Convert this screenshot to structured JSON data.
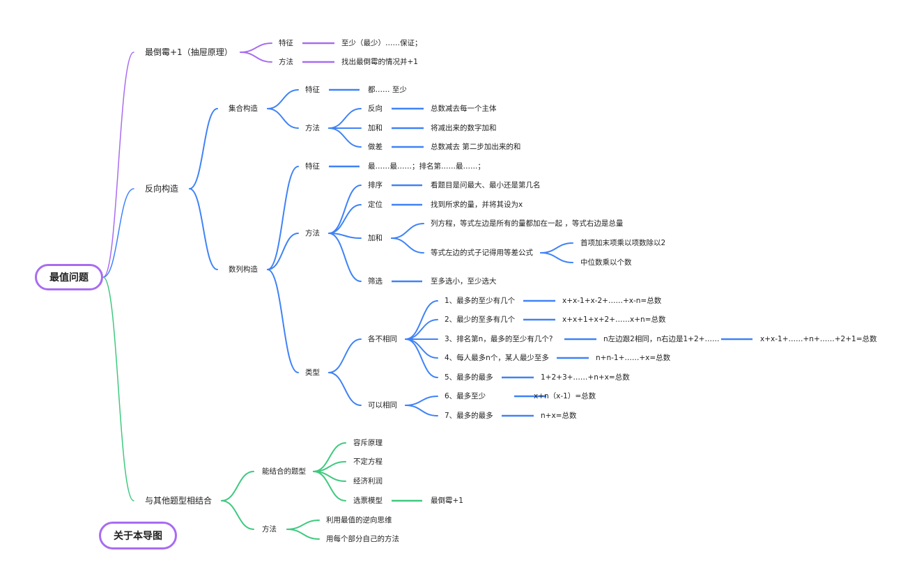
{
  "colors": {
    "purple": "#a86cf0",
    "blue": "#3f82f7",
    "green": "#3ec97f"
  },
  "root": "最值问题",
  "about": "关于本导图",
  "drawer": {
    "label": "最倒霉+1（抽屉原理）",
    "feature": {
      "label": "特征",
      "value": "至少（最少）……保证；"
    },
    "method": {
      "label": "方法",
      "value": "找出最倒霉的情况并+1"
    }
  },
  "reverse": {
    "label": "反向构造",
    "set": {
      "label": "集合构造",
      "feature": {
        "label": "特征",
        "value": "都…… 至少"
      },
      "method": {
        "label": "方法",
        "items": [
          {
            "label": "反向",
            "value": "总数减去每一个主体"
          },
          {
            "label": "加和",
            "value": "将减出来的数字加和"
          },
          {
            "label": "做差",
            "value": "总数减去 第二步加出来的和"
          }
        ]
      }
    },
    "seq": {
      "label": "数列构造",
      "feature": {
        "label": "特征",
        "value": "最……最……；排名第……最……；"
      },
      "method": {
        "label": "方法",
        "sort": {
          "label": "排序",
          "value": "看题目是问最大、最小还是第几名"
        },
        "locate": {
          "label": "定位",
          "value": "找到所求的量，并将其设为x"
        },
        "sum": {
          "label": "加和",
          "eq": "列方程，等式左边是所有的量都加在一起 ，等式右边是总量",
          "formula": {
            "label": "等式左边的式子记得用等差公式",
            "a": "首项加末项乘以项数除以2",
            "b": "中位数乘以个数"
          }
        },
        "filter": {
          "label": "筛选",
          "value": "至多选小，至少选大"
        }
      },
      "types": {
        "label": "类型",
        "distinct": {
          "label": "各不相同",
          "items": [
            {
              "label": "1、最多的至少有几个",
              "value": "x+x-1+x-2+……+x-n=总数"
            },
            {
              "label": "2、最少的至多有几个",
              "value": "x+x+1+x+2+……x+n=总数"
            },
            {
              "label": "3、排名第n，最多的至少有几个?",
              "value": "n左边跟2相同，n右边是1+2+……",
              "value2": "x+x-1+……+n+……+2+1=总数"
            },
            {
              "label": "4、每人最多n个，某人最少至多",
              "value": "n+n-1+……+x=总数"
            },
            {
              "label": "5、最多的最多",
              "value": "1+2+3+……+n+x=总数"
            }
          ]
        },
        "same": {
          "label": "可以相同",
          "items": [
            {
              "label": "6、最多至少",
              "value": "x+n（x-1）=总数"
            },
            {
              "label": "7、最多的最多",
              "value": "n+x=总数"
            }
          ]
        }
      }
    }
  },
  "combine": {
    "label": "与其他题型相结合",
    "types": {
      "label": "能结合的题型",
      "items": [
        "容斥原理",
        "不定方程",
        "经济利润",
        "选票模型"
      ],
      "vote_value": "最倒霉+1"
    },
    "method": {
      "label": "方法",
      "items": [
        "利用最值的逆向思维",
        "用每个部分自己的方法"
      ]
    }
  }
}
